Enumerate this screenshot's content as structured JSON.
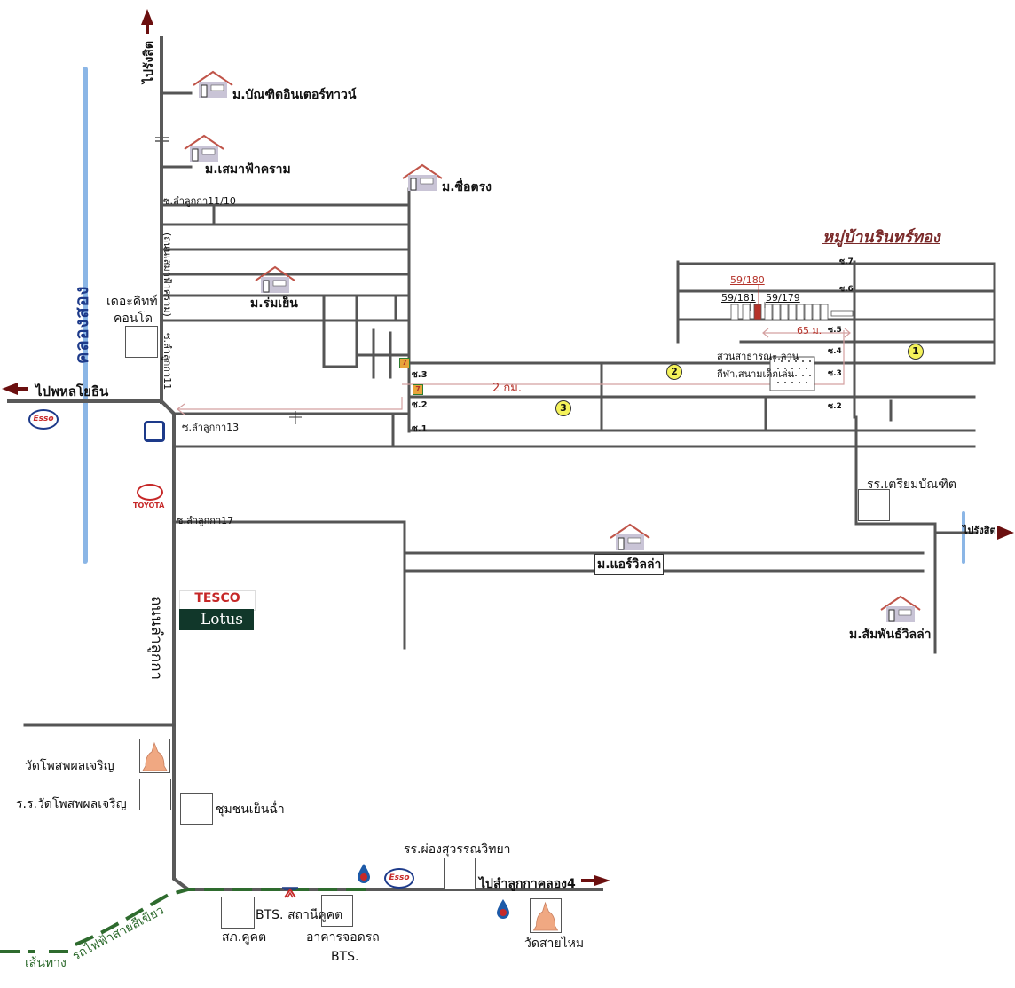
{
  "map": {
    "title": "หมู่บ้านรินทร์ทอง",
    "colors": {
      "road": "#555555",
      "canal": "#6fa3d9",
      "arrow": "#6b0f0f",
      "highlight": "#b5332a",
      "bts_line": "#2e6b2e",
      "marker": "#f4f25a"
    },
    "directions": {
      "north_top": "ไปรังสิต",
      "west": "ไปพหลโยธิน",
      "east": "ไปรังสิต",
      "southeast": "ไปลำลูกกาคลอง4"
    },
    "canal": "คลองสอง",
    "main_road": "ถนนลำลูกกา",
    "sois": {
      "s11_10": "ซ.ลำลูกกา11/10",
      "s11": "ซ.ลำลูกกา11",
      "s11_alt": "(ถนนเสมาฟ้าคราม)",
      "s13": "ซ.ลำลูกกา13",
      "s17": "ซ.ลำลูกกา17"
    },
    "villages": [
      {
        "label": "ม.บัณฑิตอินเตอร์ทาวน์"
      },
      {
        "label": "ม.เสมาฟ้าคราม"
      },
      {
        "label": "ม.ซื่อตรง"
      },
      {
        "label": "ม.ร่มเย็น"
      },
      {
        "label": "ม.แอร์วิลล่า"
      },
      {
        "label": "ม.สัมพันธ์วิลล่า"
      }
    ],
    "landmarks": {
      "condo_line1": "เดอะคิทท์",
      "condo_line2": "คอนโด",
      "school_triam": "รร.เตรียมบัณฑิต",
      "wat_phosop": "วัดโพสพผลเจริญ",
      "school_phosop": "ร.ร.วัดโพสพผลเจริญ",
      "community": "ชุมชนเย็นฉ่ำ",
      "school_phong": "รร.ผ่องสุวรรณวิทยา",
      "wat_saimai": "วัดสายไหม",
      "police": "สภ.คูคต",
      "bts_station": "BTS. สถานีคูคต",
      "bts_parking_line1": "อาคารจอดรถ",
      "bts_parking_line2": "BTS.",
      "park_line1": "สวนสาธารณะ,ลาน",
      "park_line2": "กีฬา,สนามเด็กเล่น",
      "tesco_top": "TESCO",
      "tesco_bottom": "Lotus",
      "toyota": "TOYOTA",
      "esso": "Esso",
      "seven": "7"
    },
    "bts_line_label_1": "เส้นทาง",
    "bts_line_label_2": "รถไฟฟ้าสายสีเขียว",
    "village_sois": [
      "ซ.7",
      "ซ.6",
      "ซ.5",
      "ซ.4",
      "ซ.3",
      "ซ.2"
    ],
    "entry_sois": [
      "ซ.3",
      "ซ.2",
      "ซ.1"
    ],
    "plots": {
      "target": "59/180",
      "left": "59/181",
      "right": "59/179"
    },
    "distances": {
      "main": "2 กม.",
      "inner": "65 ม."
    },
    "markers": [
      "1",
      "2",
      "3"
    ]
  }
}
